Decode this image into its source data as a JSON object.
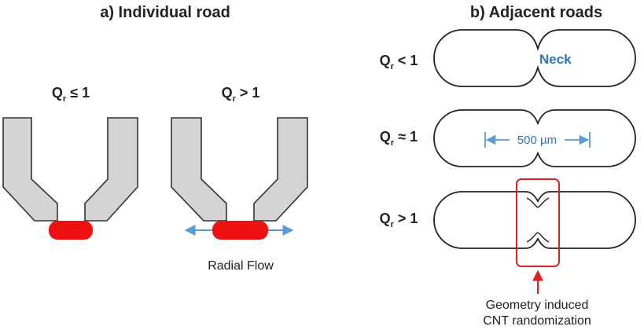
{
  "panel_a": {
    "title": "a) Individual road",
    "left_label": {
      "q": "Q",
      "sub": "r",
      "rel": " ≤ 1"
    },
    "right_label": {
      "q": "Q",
      "sub": "r",
      "rel": " > 1"
    },
    "caption": "Radial Flow"
  },
  "panel_b": {
    "title": "b) Adjacent roads",
    "rows": [
      {
        "q": "Q",
        "sub": "r",
        "rel": " < 1"
      },
      {
        "q": "Q",
        "sub": "r",
        "rel": " ≈ 1"
      },
      {
        "q": "Q",
        "sub": "r",
        "rel": " > 1"
      }
    ],
    "neck_label": "Neck",
    "dimension_label": "500 µm",
    "annotation_line1": "Geometry induced",
    "annotation_line2": "CNT randomization"
  },
  "colors": {
    "nozzle_fill": "#d4d4d4",
    "nozzle_stroke": "#333333",
    "bead_fill": "#ee1111",
    "arrow_blue": "#5b9bd5",
    "neck_blue": "#2e75b6",
    "highlight_red": "#e02020"
  }
}
